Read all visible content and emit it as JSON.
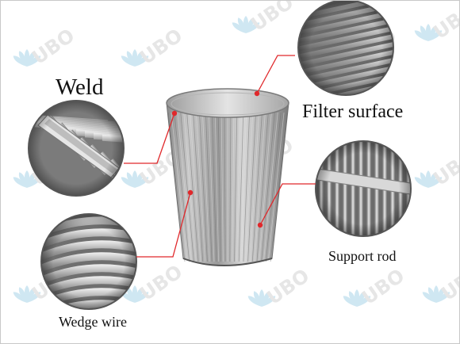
{
  "labels": {
    "weld": "Weld",
    "filter_surface": "Filter surface",
    "support_rod": "Support rod",
    "wedge_wire": "Wedge wire"
  },
  "watermark": "UBO",
  "colors": {
    "callout_line": "#e0282b",
    "callout_dot": "#e0282b",
    "steel_light": "#d9d9d9",
    "steel_dark": "#7d7d7d",
    "watermark_leaf": "#cfe7f2",
    "watermark_text": "#e6e6e6"
  },
  "icons": {
    "watermark": "ubo-leaf-logo-icon",
    "callout_dot": "red-dot-icon"
  }
}
